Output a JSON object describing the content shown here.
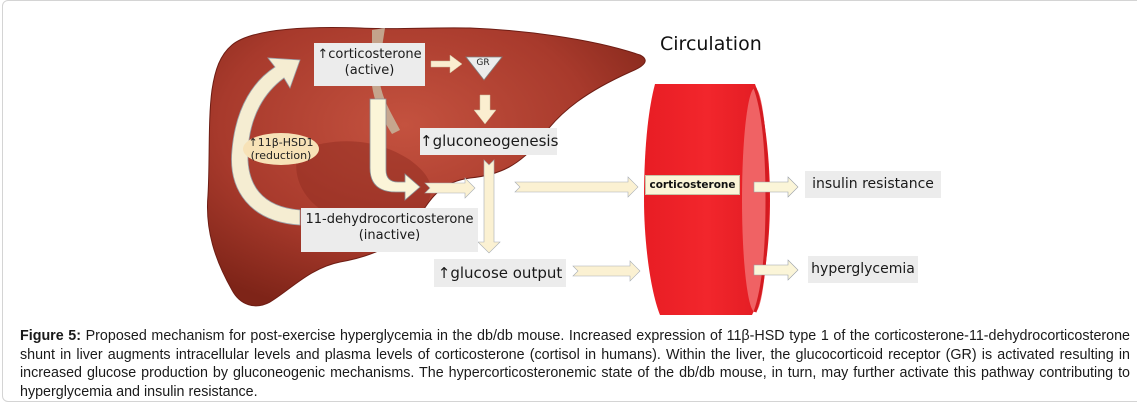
{
  "figure": {
    "liver_labels": {
      "corticosterone_active": {
        "arrow": "↑",
        "line1": "corticosterone",
        "line2": "(active)"
      },
      "enzyme": {
        "arrow": "↑",
        "line1": "11β-HSD1",
        "line2": "(reduction)"
      },
      "dehydro": {
        "line1": "11-dehydrocorticosterone",
        "line2": "(inactive)"
      },
      "receptor": "GR",
      "gluconeogenesis": {
        "arrow": "↑",
        "text": "gluconeogenesis"
      },
      "glucose_output": {
        "arrow": "↑",
        "text": "glucose output"
      }
    },
    "circulation": {
      "title": "Circulation",
      "vessel_label": "corticosterone"
    },
    "outcomes": {
      "insulin_resistance": "insulin resistance",
      "hyperglycemia": "hyperglycemia"
    },
    "colors": {
      "liver": "#a83a2c",
      "liver_dark": "#7e2418",
      "arrow_fill": "#fbf1d2",
      "vessel": "#ee1c24",
      "vessel_highlight": "#f06264",
      "label_bg": "#ececec"
    }
  },
  "caption": {
    "label": "Figure 5:",
    "text": " Proposed mechanism for post-exercise hyperglycemia in the db/db mouse. Increased expression of 11β-HSD type 1 of the corticosterone-11-dehydrocorticosterone shunt in liver augments intracellular levels and plasma levels of corticosterone (cortisol in humans). Within the liver, the glucocorticoid receptor (GR) is activated resulting in increased glucose production by gluconeogenic mechanisms. The hypercorticosteronemic state of the db/db mouse, in turn, may further activate this pathway contributing to hyperglycemia and insulin resistance."
  }
}
